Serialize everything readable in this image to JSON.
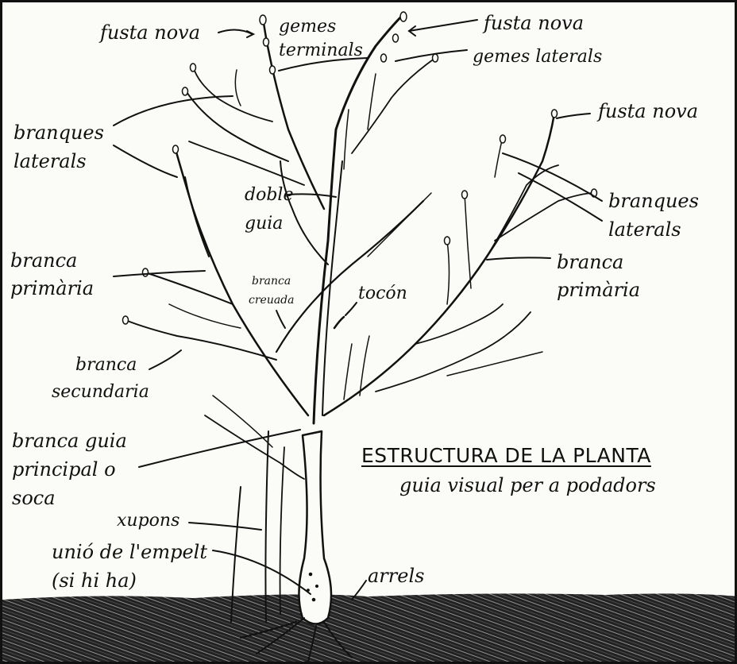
{
  "title": "ESTRUCTURA DE LA PLANTA",
  "subtitle": "guia visual per a podadors",
  "labels": {
    "fusta_nova_left": "fusta nova",
    "gemes_terminals_1": "gemes",
    "gemes_terminals_2": "terminals",
    "fusta_nova_top": "fusta nova",
    "gemes_laterals": "gemes laterals",
    "fusta_nova_right": "fusta nova",
    "branques_laterals_left_1": "branques",
    "branques_laterals_left_2": "laterals",
    "doble_guia_1": "doble",
    "doble_guia_2": "guia",
    "branques_laterals_right_1": "branques",
    "branques_laterals_right_2": "laterals",
    "branca_primaria_left_1": "branca",
    "branca_primaria_left_2": "primària",
    "branca_creuada_1": "branca",
    "branca_creuada_2": "creuada",
    "tocon": "tocón",
    "branca_primaria_right_1": "branca",
    "branca_primaria_right_2": "primària",
    "branca_secundaria_1": "branca",
    "branca_secundaria_2": "secundaria",
    "branca_guia_1": "branca guia",
    "branca_guia_2": "principal o",
    "branca_guia_3": "soca",
    "xupons": "xupons",
    "unio_empelt_1": "unió de l'empelt",
    "unio_empelt_2": "(si hi ha)",
    "arrels": "arrels"
  },
  "colors": {
    "ink": "#111111",
    "paper": "#fbfbf8",
    "soil": "#1a1a1a"
  }
}
